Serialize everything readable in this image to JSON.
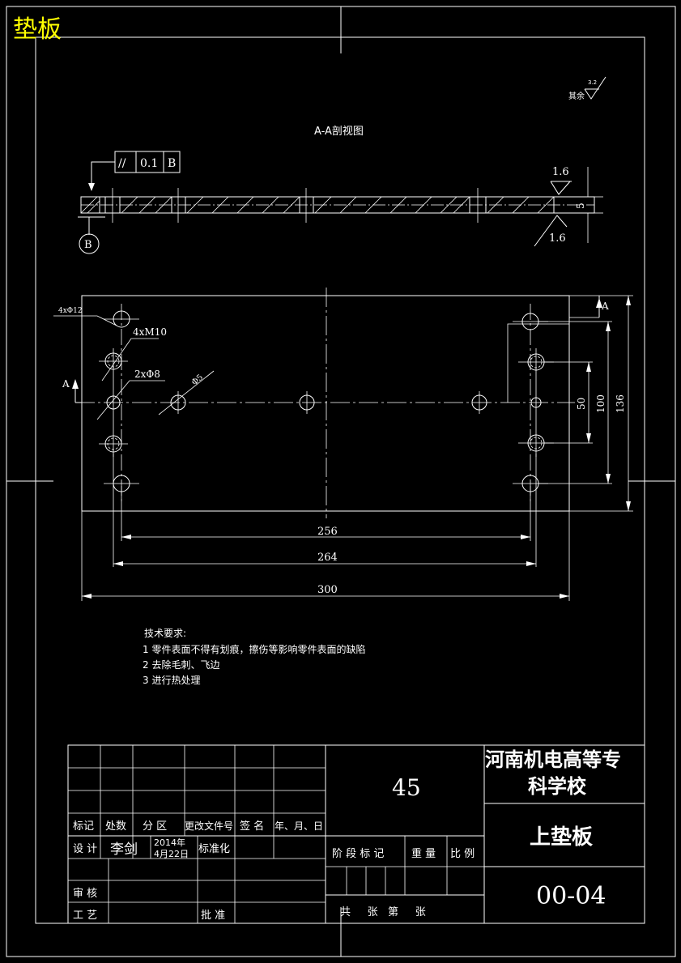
{
  "corner_title": "垫板",
  "section_title": "A-A剖视图",
  "roughness_other": "其余",
  "roughness_other_value": "3.2",
  "tolerance_frame": {
    "symbol": "//",
    "value": "0.1",
    "datum": "B"
  },
  "datum_b": "B",
  "roughness_top": "1.6",
  "roughness_bottom": "1.6",
  "thickness": "5",
  "hole_labels": {
    "phi12": "4xΦ12",
    "m10": "4xM10",
    "phi8": "2xΦ8",
    "phi5": "Φ5"
  },
  "section_mark_left": "A",
  "section_mark_right": "A",
  "dims": {
    "d256": "256",
    "d264": "264",
    "d300": "300",
    "d50": "50",
    "d100": "100",
    "d136": "136"
  },
  "tech_requirements": {
    "heading": "技术要求:",
    "items": [
      "1  零件表面不得有划痕，擦伤等影响零件表面的缺陷",
      "2  去除毛刺、飞边",
      "3  进行热处理"
    ]
  },
  "title_block": {
    "material": "45",
    "school_line1": "河南机电高等专",
    "school_line2": "科学校",
    "part_name": "上垫板",
    "drawing_no": "00-04",
    "headers": [
      "标记",
      "处数",
      "分 区",
      "更改文件号",
      "签 名",
      "年、月、日"
    ],
    "design_label": "设 计",
    "designer": "李剑",
    "date_line1": "2014年",
    "date_line2": "4月22日",
    "standardize_label": "标准化",
    "stage_label": "阶 段 标 记",
    "weight_label": "重 量",
    "scale_label": "比 例",
    "review_label": "审 核",
    "process_label": "工 艺",
    "approve_label": "批 准",
    "sheets_label": "共     张   第     张"
  },
  "colors": {
    "background": "#000000",
    "lines": "#ffffff",
    "title_accent": "#ffff00"
  }
}
